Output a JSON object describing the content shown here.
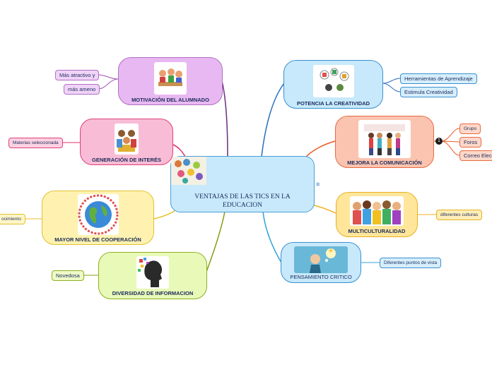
{
  "central": {
    "title": "VENTAJAS DE LAS TICS EN LA EDUCACION",
    "icon": "notes-icon"
  },
  "branches": {
    "motivacion": {
      "label": "MOTIVACIÓN DEL ALUMNADO",
      "color": "#e8b8f2",
      "icon": "students-icon",
      "leaves": [
        "Más atractivo y",
        "más ameno"
      ]
    },
    "generacion": {
      "label": "GENERACIÓN DE INTERÉS",
      "color": "#f8bcd6",
      "icon": "group-icon",
      "leaves": [
        "Materias seleccionada"
      ]
    },
    "cooperacion": {
      "label": "MAYOR NIVEL DE COOPERACIÓN",
      "color": "#fff2b0",
      "icon": "globe-icon",
      "leaves": [
        "ocimiento"
      ]
    },
    "diversidad": {
      "label": "DIVERSIDAD DE INFORMACION",
      "color": "#e8f9b8",
      "icon": "head-icon",
      "leaves": [
        "Novedosa"
      ]
    },
    "creatividad": {
      "label": "POTENCIA LA CREATIVIDAD",
      "color": "#c7e9fb",
      "icon": "ideas-icon",
      "leaves": [
        "Herramientas de Aprendizaje",
        "Estimula Creatividad"
      ]
    },
    "comunicacion": {
      "label": "MEJORA LA COMUNICACIÓN",
      "color": "#fbc4b0",
      "icon": "people-icon",
      "leaves": [
        "Grupo",
        "Foros",
        "Correo Elect"
      ],
      "badge": "1"
    },
    "multicultural": {
      "label": "MULTICULTURALIDAD",
      "color": "#ffe69a",
      "icon": "crowd-icon",
      "leaves": [
        "diferentes culturas"
      ]
    },
    "pensamiento": {
      "label": "PENSAMIENTO CRITICO",
      "color": "#c7e9fb",
      "icon": "thinker-icon",
      "leaves": [
        "Diferentes puntos de vista"
      ]
    }
  },
  "colors": {
    "line_purple": "#7a2a8a",
    "line_pink": "#e0306a",
    "line_yellow": "#e8c020",
    "line_green": "#80a010",
    "line_blue": "#2a70c0",
    "line_orange": "#e85a20",
    "line_gold": "#f0b020",
    "line_cyan": "#30a0d8"
  }
}
